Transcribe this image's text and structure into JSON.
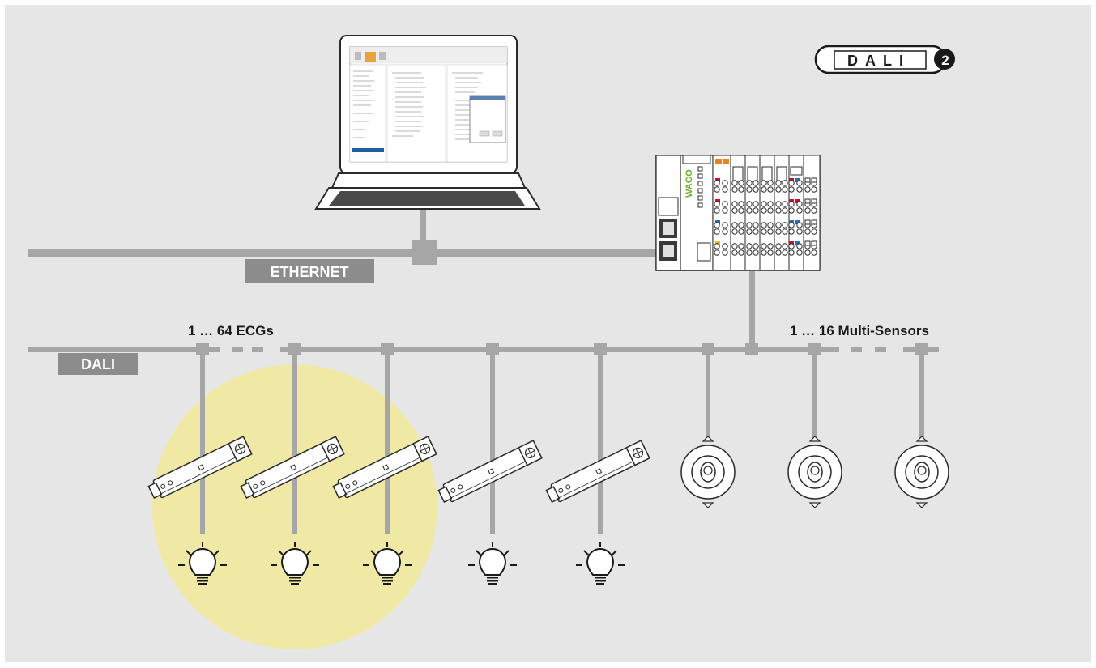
{
  "logo": {
    "text": "DALI",
    "version": "2"
  },
  "networks": {
    "ethernet_label": "ETHERNET",
    "dali_label": "DALI"
  },
  "groups": {
    "ecg_label": "1 … 64 ECGs",
    "sensor_label": "1 … 16 Multi-Sensors"
  },
  "controller": {
    "brand": "WAGO"
  },
  "colors": {
    "background": "#e6e6e6",
    "bus_line": "#a6a6a6",
    "label_box": "#8c8c8c",
    "highlight": "#f0e9a6",
    "device_outline": "#3a3a3a",
    "module_orange": "#e8821e",
    "module_red": "#c8102e",
    "module_blue": "#2e6db4",
    "module_yellow": "#f2c200",
    "brand_green": "#6ab023"
  }
}
